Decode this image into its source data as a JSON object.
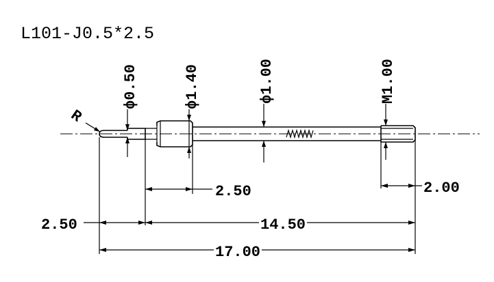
{
  "title": "L101-J0.5*2.5",
  "radius_label": "R",
  "diameters": {
    "tip": "ϕ0.50",
    "collar": "ϕ1.40",
    "barrel": "ϕ1.00",
    "thread": "M1.00"
  },
  "lengths": {
    "tip_to_collar": "2.50",
    "collar_section": "2.50",
    "main_section": "14.50",
    "thread_length": "2.00",
    "overall": "17.00"
  }
}
